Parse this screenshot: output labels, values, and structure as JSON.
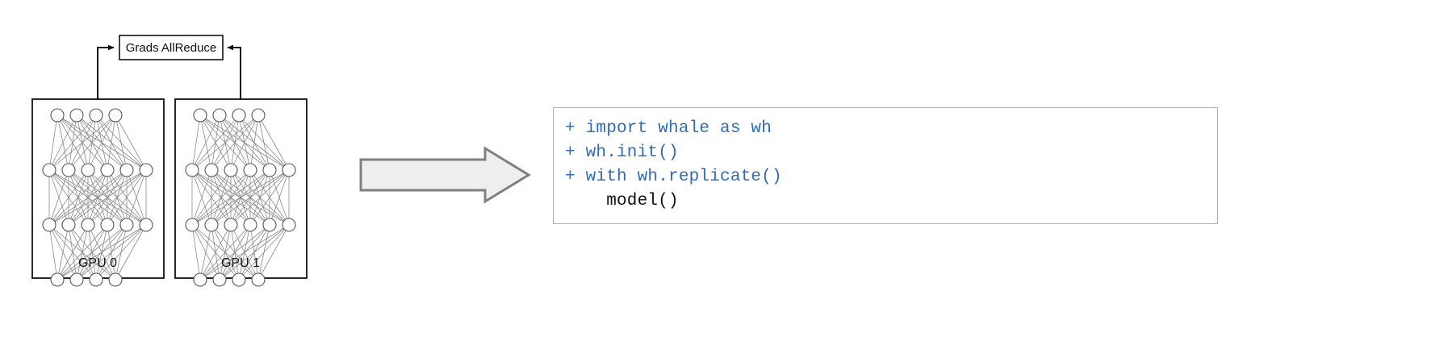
{
  "diagram": {
    "allreduce_box": {
      "label": "Grads AllReduce"
    },
    "gpus": [
      {
        "label": "GPU 0"
      },
      {
        "label": "GPU 1"
      }
    ],
    "network": {
      "layers": [
        4,
        6,
        6,
        4
      ],
      "node_fill": "#ffffff",
      "node_stroke": "#555555",
      "edge_stroke": "#8a8a8a"
    },
    "transform_arrow": {
      "direction": "right",
      "fill": "#eeeeee",
      "stroke": "#808080"
    },
    "line_color": "#111111"
  },
  "code": {
    "accent_color": "#2f6cb5",
    "plain_color": "#111111",
    "lines": [
      {
        "text": "+ import whale as wh",
        "kind": "added"
      },
      {
        "text": "+ wh.init()",
        "kind": "added"
      },
      {
        "text": "+ with wh.replicate()",
        "kind": "added"
      },
      {
        "text": "    model()",
        "kind": "context"
      }
    ]
  }
}
